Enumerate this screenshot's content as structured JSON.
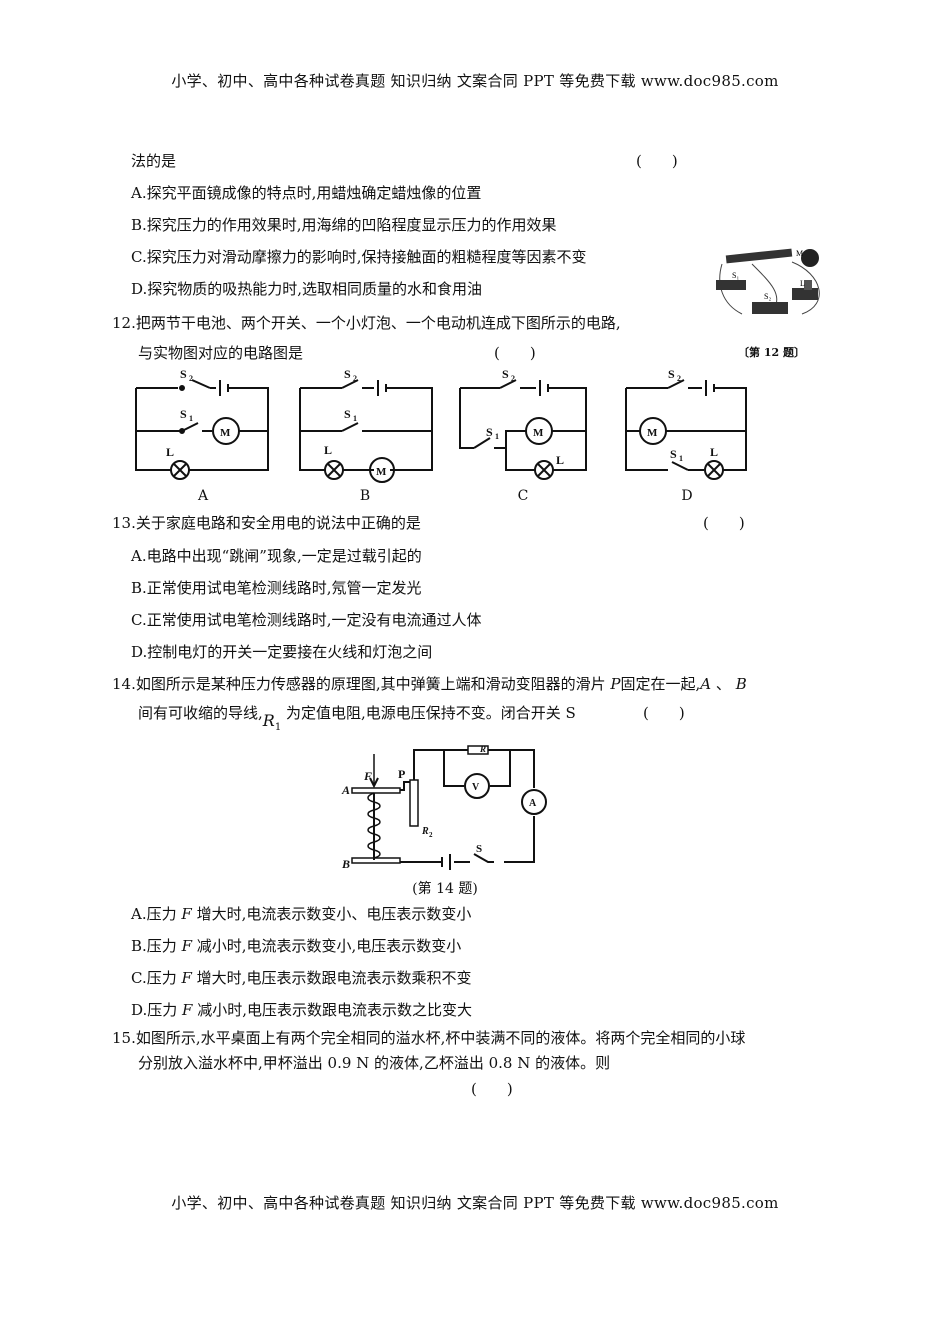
{
  "header": "小学、初中、高中各种试卷真题 知识归纳 文案合同 PPT 等免费下载   www.doc985.com",
  "footer": "小学、初中、高中各种试卷真题 知识归纳 文案合同 PPT 等免费下载   www.doc985.com",
  "q11": {
    "cont": "法的是",
    "paren": "(　　)",
    "opts": [
      "A.探究平面镜成像的特点时,用蜡烛确定蜡烛像的位置",
      "B.探究压力的作用效果时,用海绵的凹陷程度显示压力的作用效果",
      "C.探究压力对滑动摩擦力的影响时,保持接触面的粗糙程度等因素不变",
      "D.探究物质的吸热能力时,选取相同质量的水和食用油"
    ]
  },
  "q12": {
    "line1": "12.把两节干电池、两个开关、一个小灯泡、一个电动机连成下图所示的电路,",
    "line2": "与实物图对应的电路图是",
    "paren": "(　　)",
    "photo_caption": "〔第 12 题〕",
    "photo_labels": [
      "S₁",
      "S₂",
      "L",
      "M"
    ],
    "circuit_labels": {
      "s1": "S",
      "s1sub": "1",
      "s2": "S",
      "s2sub": "2",
      "lamp": "L",
      "motor": "M"
    },
    "choices": [
      "A",
      "B",
      "C",
      "D"
    ]
  },
  "q13": {
    "stem": "13.关于家庭电路和安全用电的说法中正确的是",
    "paren": "(　　)",
    "opts": [
      "A.电路中出现“跳闸”现象,一定是过载引起的",
      "B.正常使用试电笔检测线路时,氖管一定发光",
      "C.正常使用试电笔检测线路时,一定没有电流通过人体",
      "D.控制电灯的开关一定要接在火线和灯泡之间"
    ]
  },
  "q14": {
    "l1a": "14.如图所示是某种压力传感器的原理图,其中弹簧上端和滑动变阻器的滑片 ",
    "l1P": "P",
    "l1b": "固定在一起,",
    "l1A": "A",
    "l1sep": " 、",
    "l1B": "B",
    "l2a": "间有可收缩的导线,",
    "R": "R",
    "Rsub": "1",
    "l2b": " 为定值电阻,电源电压保持不变。闭合开关 S",
    "paren": "(　　)",
    "fig_labels": {
      "F": "F",
      "A": "A",
      "B": "B",
      "P": "P",
      "R1": "R",
      "R1sub": "1",
      "R2": "R",
      "R2sub": "2",
      "V": "V",
      "Am": "A",
      "S": "S"
    },
    "caption": "(第 14 题)",
    "opts": [
      {
        "pre": "A.压力 ",
        "var": "F",
        "post": " 增大时,电流表示数变小、电压表示数变小"
      },
      {
        "pre": "B.压力 ",
        "var": "F",
        "post": " 减小时,电流表示数变小,电压表示数变小"
      },
      {
        "pre": "C.压力 ",
        "var": "F",
        "post": " 增大时,电压表示数跟电流表示数乘积不变"
      },
      {
        "pre": "D.压力 ",
        "var": "F",
        "post": " 减小时,电压表示数跟电流表示数之比变大"
      }
    ]
  },
  "q15": {
    "line1": "15.如图所示,水平桌面上有两个完全相同的溢水杯,杯中装满不同的液体。将两个完全相同的小球",
    "line2": "分别放入溢水杯中,甲杯溢出 0.9 N 的液体,乙杯溢出 0.8 N 的液体。则",
    "paren": "(　　)"
  }
}
